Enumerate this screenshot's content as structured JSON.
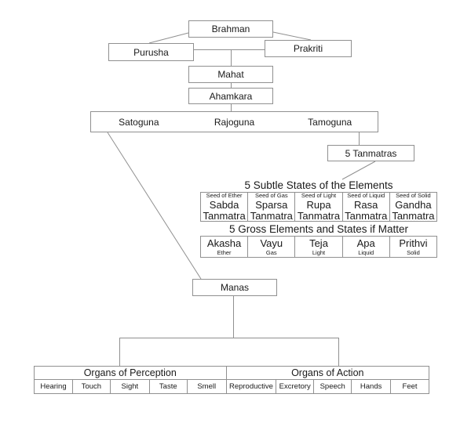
{
  "diagram": {
    "nodes": {
      "brahman": "Brahman",
      "purusha": "Purusha",
      "prakriti": "Prakriti",
      "mahat": "Mahat",
      "ahamkara": "Ahamkara",
      "satoguna": "Satoguna",
      "rajoguna": "Rajoguna",
      "tamoguna": "Tamoguna",
      "tanmatras": "5 Tanmatras",
      "manas": "Manas"
    },
    "subtle_states": {
      "title": "5 Subtle States of the Elements",
      "cells": [
        {
          "seed": "Seed of Ether",
          "name": "Sabda",
          "suffix": "Tanmatra"
        },
        {
          "seed": "Seed of Gas",
          "name": "Sparsa",
          "suffix": "Tanmatra"
        },
        {
          "seed": "Seed of Light",
          "name": "Rupa",
          "suffix": "Tanmatra"
        },
        {
          "seed": "Seed of Liquid",
          "name": "Rasa",
          "suffix": "Tanmatra"
        },
        {
          "seed": "Seed of Solid",
          "name": "Gandha",
          "suffix": "Tanmatra"
        }
      ]
    },
    "gross_elements": {
      "title": "5 Gross Elements and States if Matter",
      "cells": [
        {
          "name": "Akasha",
          "state": "Ether"
        },
        {
          "name": "Vayu",
          "state": "Gas"
        },
        {
          "name": "Teja",
          "state": "Light"
        },
        {
          "name": "Apa",
          "state": "Liquid"
        },
        {
          "name": "Prithvi",
          "state": "Solid"
        }
      ]
    },
    "organs": {
      "perception": {
        "title": "Organs of Perception",
        "items": [
          "Hearing",
          "Touch",
          "Sight",
          "Taste",
          "Smell"
        ]
      },
      "action": {
        "title": "Organs of Action",
        "items": [
          "Reproductive",
          "Excretory",
          "Speech",
          "Hands",
          "Feet"
        ]
      }
    },
    "colors": {
      "line": "#909090",
      "text": "#1a1a1a",
      "background": "#ffffff"
    }
  }
}
